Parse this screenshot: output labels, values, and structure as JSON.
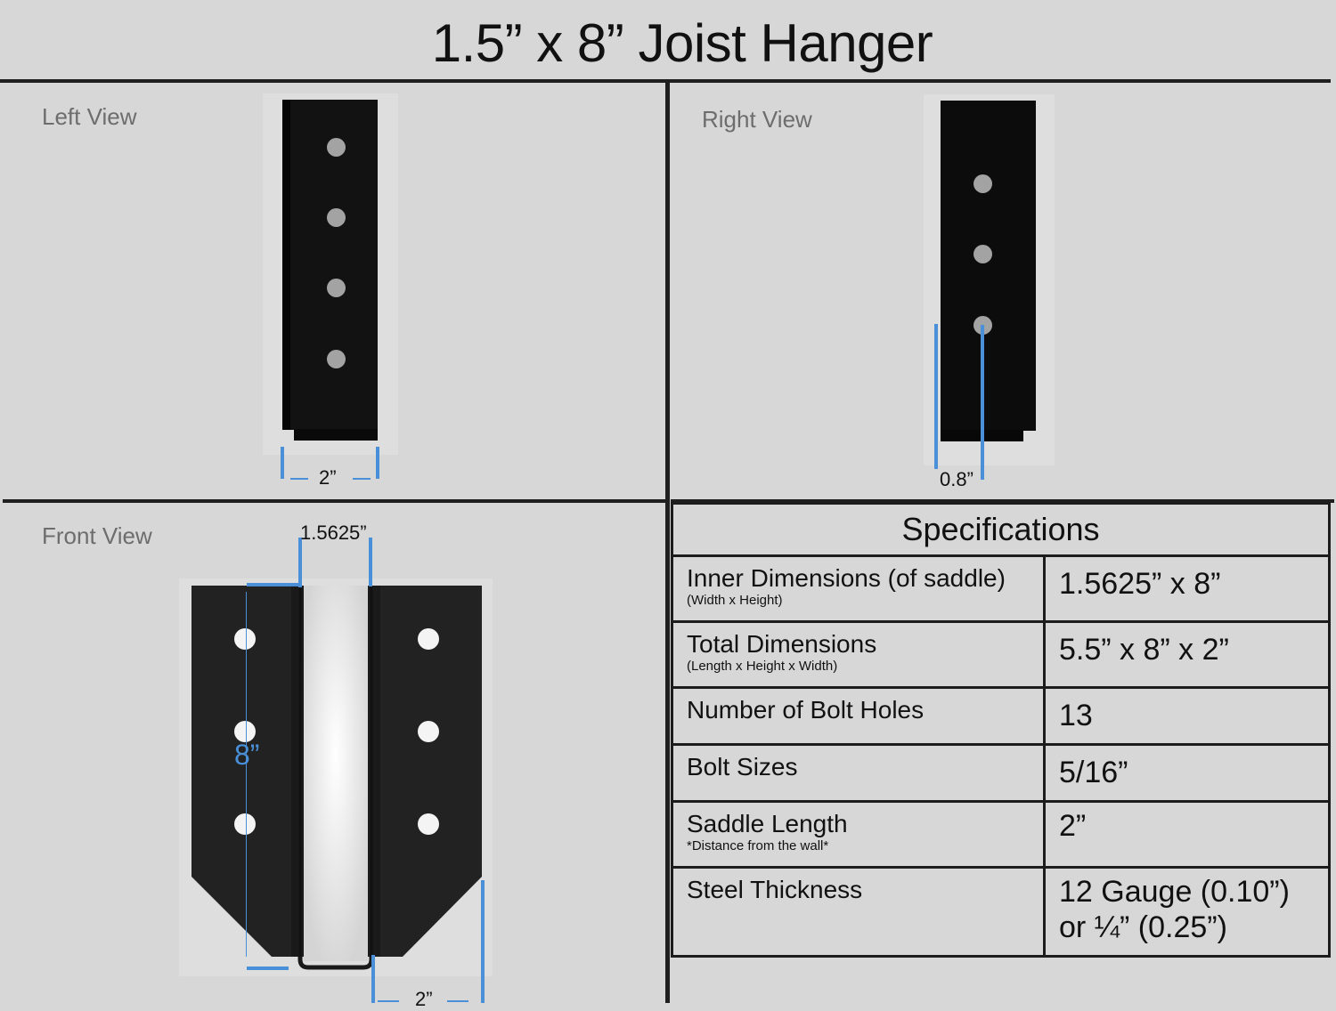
{
  "title": "1.5” x 8” Joist Hanger",
  "views": {
    "left": {
      "label": "Left View",
      "dimension": "2”",
      "holes": 4
    },
    "right": {
      "label": "Right View",
      "dimension": "0.8”",
      "holes": 3
    },
    "front": {
      "label": "Front View",
      "dimension_width": "1.5625”",
      "dimension_height": "8”",
      "dimension_saddle": "2”",
      "holes_per_side": 3
    }
  },
  "colors": {
    "background": "#d7d7d7",
    "steel": "#111111",
    "dimension_line": "#4a90d9",
    "view_label": "#6d6d6d"
  },
  "specifications": {
    "heading": "Specifications",
    "rows": [
      {
        "label": "Inner Dimensions (of saddle)",
        "sublabel": "(Width x Height)",
        "value": "1.5625” x 8”"
      },
      {
        "label": "Total Dimensions",
        "sublabel": "(Length x Height x Width)",
        "value": "5.5” x 8” x 2”"
      },
      {
        "label": "Number of Bolt Holes",
        "sublabel": "",
        "value": "13"
      },
      {
        "label": "Bolt Sizes",
        "sublabel": "",
        "value": "5/16”"
      },
      {
        "label": "Saddle Length",
        "sublabel": "*Distance from the wall*",
        "value": "2”"
      },
      {
        "label": "Steel Thickness",
        "sublabel": "",
        "value": "12 Gauge (0.10”)",
        "value_line2": "or ¼” (0.25”)"
      }
    ]
  }
}
